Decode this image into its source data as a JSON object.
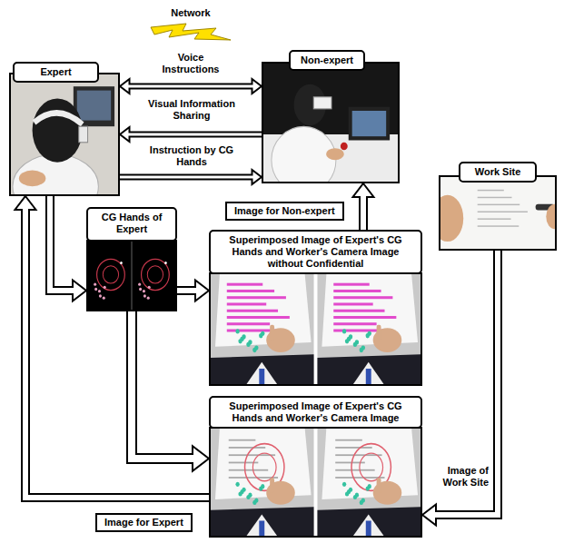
{
  "diagram": {
    "nodes": [
      {
        "text": [
          "Expert"
        ]
      },
      {
        "text": [
          "Non-expert"
        ]
      },
      {
        "text": [
          "CG Hands of Expert"
        ]
      },
      {
        "text": [
          "Superimposed Image of Expert's CG Hands and Worker's Camera Image without Confidential"
        ]
      },
      {
        "text": [
          "Work Site"
        ]
      },
      {
        "text": [
          "Superimposed Image of Expert's CG Hands and Worker's Camera Image"
        ]
      }
    ],
    "edges": [
      {
        "from": 0,
        "to": 1,
        "arrow": "both",
        "label": "Voice Instructions"
      },
      {
        "from": 1,
        "to": 0,
        "arrow": "to",
        "label": "Visual Information Sharing"
      },
      {
        "from": 0,
        "to": 1,
        "arrow": "to",
        "label": "Instruction by CG Hands"
      },
      {
        "from": 0,
        "to": 2,
        "arrow": "to"
      },
      {
        "from": 2,
        "to": 3,
        "arrow": "to"
      },
      {
        "from": 2,
        "to": 5,
        "arrow": "to"
      },
      {
        "from": 3,
        "to": 1,
        "arrow": "to",
        "label": "Image for Non-expert"
      },
      {
        "from": 4,
        "to": 5,
        "arrow": "to",
        "label": "Image of Work Site"
      },
      {
        "from": 5,
        "to": 0,
        "arrow": "to",
        "label": "Image for Expert"
      }
    ],
    "labels": [
      "Network"
    ]
  }
}
